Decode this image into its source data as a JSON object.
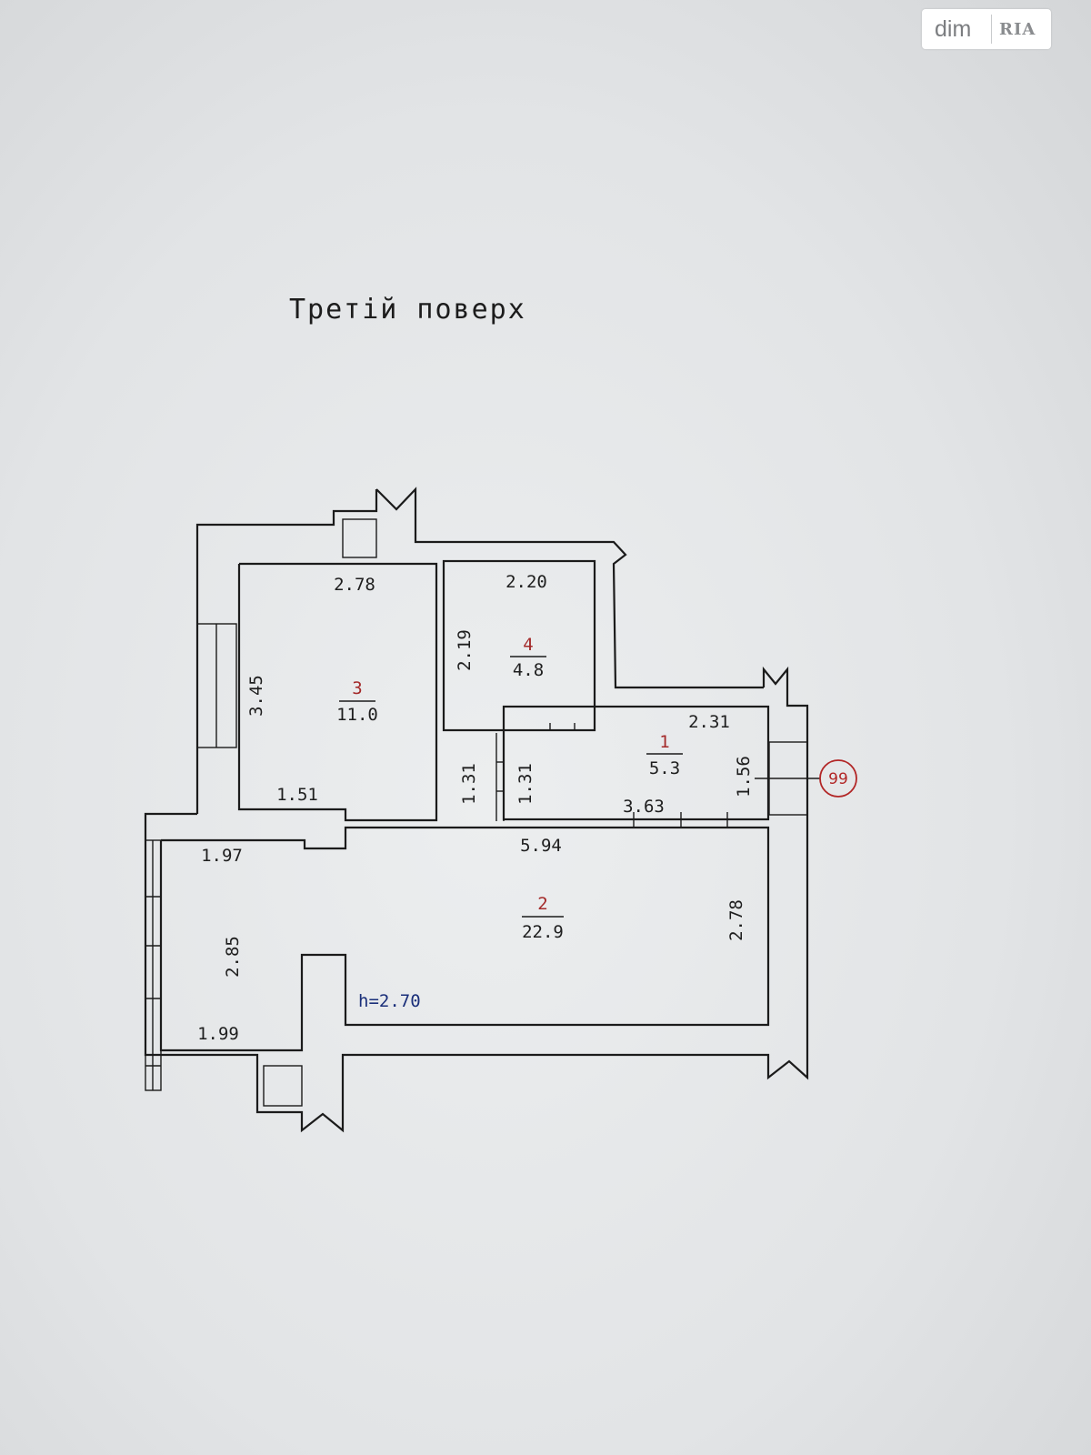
{
  "watermark": {
    "brand_dim": "dim",
    "brand_ria": "RIA"
  },
  "plan": {
    "title": "Третiй поверх",
    "height_label": "h=2.70",
    "apartment_badge": "99",
    "rooms": [
      {
        "number": "1",
        "area": "5.3"
      },
      {
        "number": "2",
        "area": "22.9"
      },
      {
        "number": "3",
        "area": "11.0"
      },
      {
        "number": "4",
        "area": "4.8"
      }
    ],
    "dimensions": {
      "r3_top": "2.78",
      "r3_left": "3.45",
      "r3_bottom": "1.51",
      "r3_right": "1.31",
      "r4_top": "2.20",
      "r4_left": "2.19",
      "r1_top": "2.31",
      "r1_left": "1.31",
      "r1_right": "1.56",
      "r1_bottom": "3.63",
      "r2_top": "5.94",
      "r2_top_left": "1.97",
      "r2_left": "2.85",
      "r2_right": "2.78",
      "r2_bottom_left": "1.99"
    }
  },
  "colors": {
    "background": "#e6e7e9",
    "line": "#1b1b1b",
    "room_number": "#a42a2a",
    "height_label": "#1a2f7a",
    "badge": "#b22626"
  }
}
